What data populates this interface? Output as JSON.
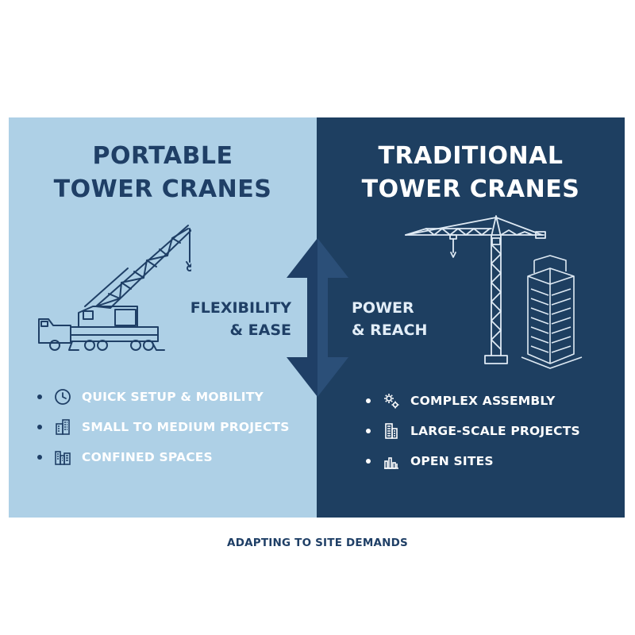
{
  "left": {
    "title_line1": "PORTABLE",
    "title_line2": "TOWER CRANES",
    "mid_line1": "FLEXIBILITY",
    "mid_line2": "& EASE",
    "items": [
      {
        "icon": "clock-icon",
        "label": "QUICK SETUP & MOBILITY"
      },
      {
        "icon": "building-icon",
        "label": "SMALL TO MEDIUM PROJECTS"
      },
      {
        "icon": "city-icon",
        "label": "CONFINED SPACES"
      }
    ]
  },
  "right": {
    "title_line1": "TRADITIONAL",
    "title_line2": "TOWER CRANES",
    "mid_line1": "POWER",
    "mid_line2": "& REACH",
    "items": [
      {
        "icon": "gears-icon",
        "label": "COMPLEX ASSEMBLY"
      },
      {
        "icon": "skyscraper-icon",
        "label": "LARGE-SCALE PROJECTS"
      },
      {
        "icon": "open-site-icon",
        "label": "OPEN SITES"
      }
    ]
  },
  "caption": "ADAPTING TO SITE DEMANDS",
  "colors": {
    "left_bg": "#aed0e6",
    "right_bg": "#1e3f61",
    "dark_text": "#1f3f66",
    "light_text": "#ffffff"
  }
}
